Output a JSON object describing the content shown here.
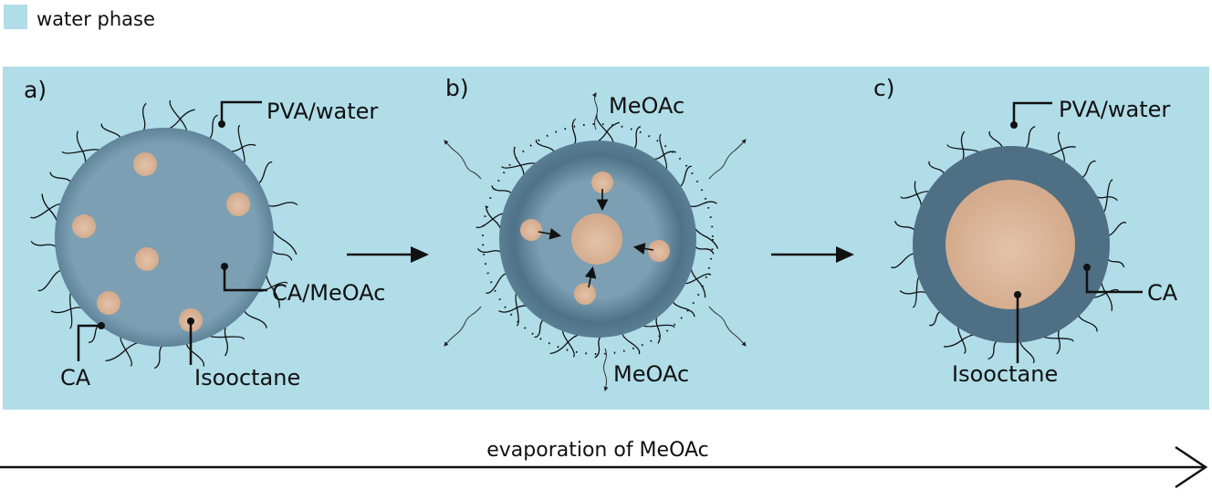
{
  "legend": {
    "label": "water phase",
    "color": "#b0dde8"
  },
  "colors": {
    "water": "#b0dde8",
    "ca_meoac": "#7c9fb3",
    "ca_edge": "#4f7288",
    "ca_solid": "#4f6f85",
    "isooctane": "#d8b194"
  },
  "panels": {
    "a": {
      "label": "a)",
      "pva_water": "PVA/water",
      "ca_meoac": "CA/MeOAc",
      "ca": "CA",
      "isooctane": "Isooctane"
    },
    "b": {
      "label": "b)",
      "meoac_top": "MeOAc",
      "meoac_bottom": "MeOAc"
    },
    "c": {
      "label": "c)",
      "pva_water": "PVA/water",
      "ca": "CA",
      "isooctane": "Isooctane"
    }
  },
  "timeline": {
    "label": "evaporation of MeOAc"
  }
}
